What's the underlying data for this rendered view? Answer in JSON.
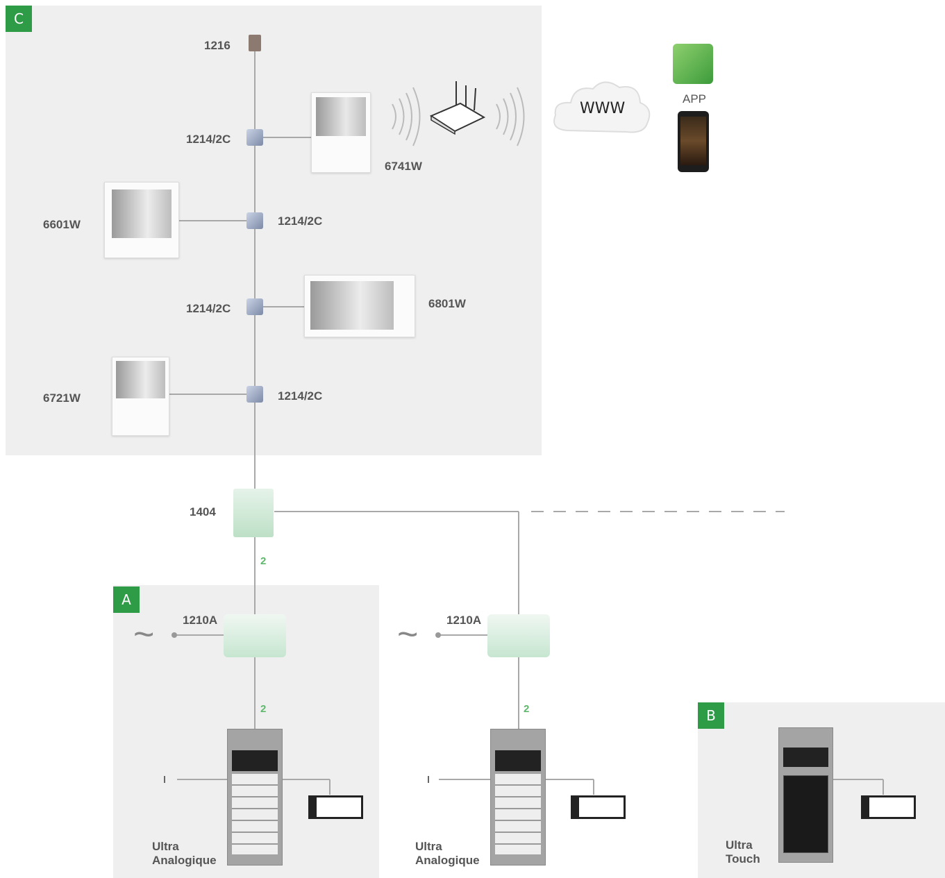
{
  "zones": {
    "c_tag": "C",
    "a_tag": "A",
    "b_tag": "B"
  },
  "labels": {
    "l1216": "1216",
    "l1214_a": "1214/2C",
    "l1214_b": "1214/2C",
    "l1214_c": "1214/2C",
    "l1214_d": "1214/2C",
    "l6741": "6741W",
    "l6601": "6601W",
    "l6801": "6801W",
    "l6721": "6721W",
    "l1404": "1404",
    "l1210_a": "1210A",
    "l1210_b": "1210A",
    "www": "WWW",
    "app": "APP",
    "wire_top": "2",
    "wire_a": "2",
    "wire_b": "2",
    "ultra_a_1": "Ultra",
    "ultra_a_2": "Analogique",
    "ultra_b_1": "Ultra",
    "ultra_b_2": "Analogique",
    "ultra_c_1": "Ultra",
    "ultra_c_2": "Touch",
    "tilde": "~"
  },
  "colors": {
    "accent": "#2e9b46",
    "zone_bg": "#efefef",
    "wire": "#a0a0a0",
    "wire_label": "#5db86b"
  }
}
